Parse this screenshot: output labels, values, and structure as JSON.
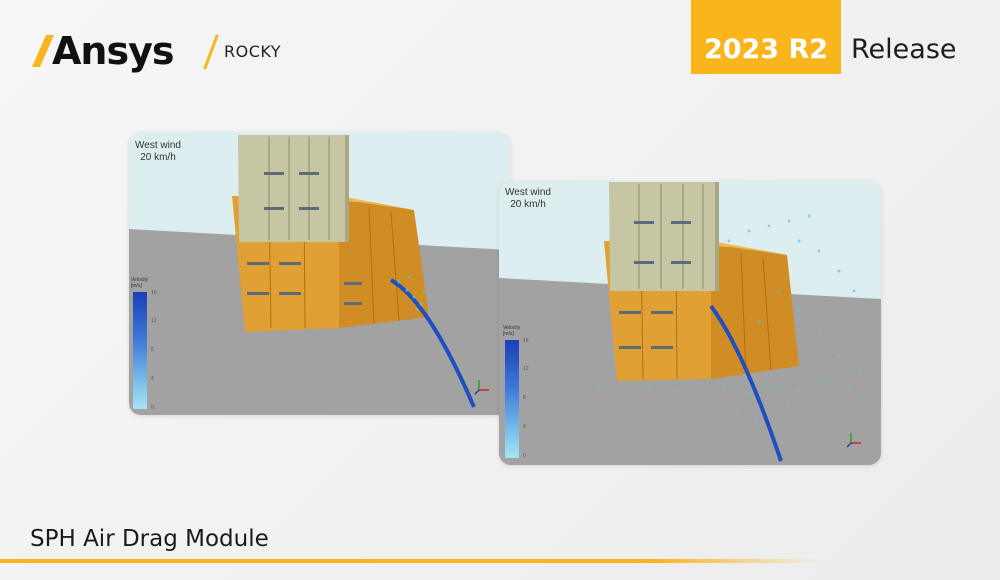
{
  "brand": {
    "logo_text": "Ansys",
    "product": "ROCKY",
    "accent_color": "#fbb51c"
  },
  "badge": {
    "version": "2023 R2",
    "label": "Release"
  },
  "panels": [
    {
      "wind": {
        "line1": "West wind",
        "line2": "20 km/h"
      },
      "legend": {
        "title1": "Velocity",
        "title2": "[m/s]",
        "ticks": [
          "16",
          "12",
          "8",
          "4",
          "0"
        ]
      }
    },
    {
      "wind": {
        "line1": "West wind",
        "line2": "20 km/h"
      },
      "legend": {
        "title1": "Velocity",
        "title2": "[m/s]",
        "ticks": [
          "16",
          "12",
          "8",
          "4",
          "0"
        ]
      }
    }
  ],
  "footer": {
    "title": "SPH Air Drag Module"
  }
}
